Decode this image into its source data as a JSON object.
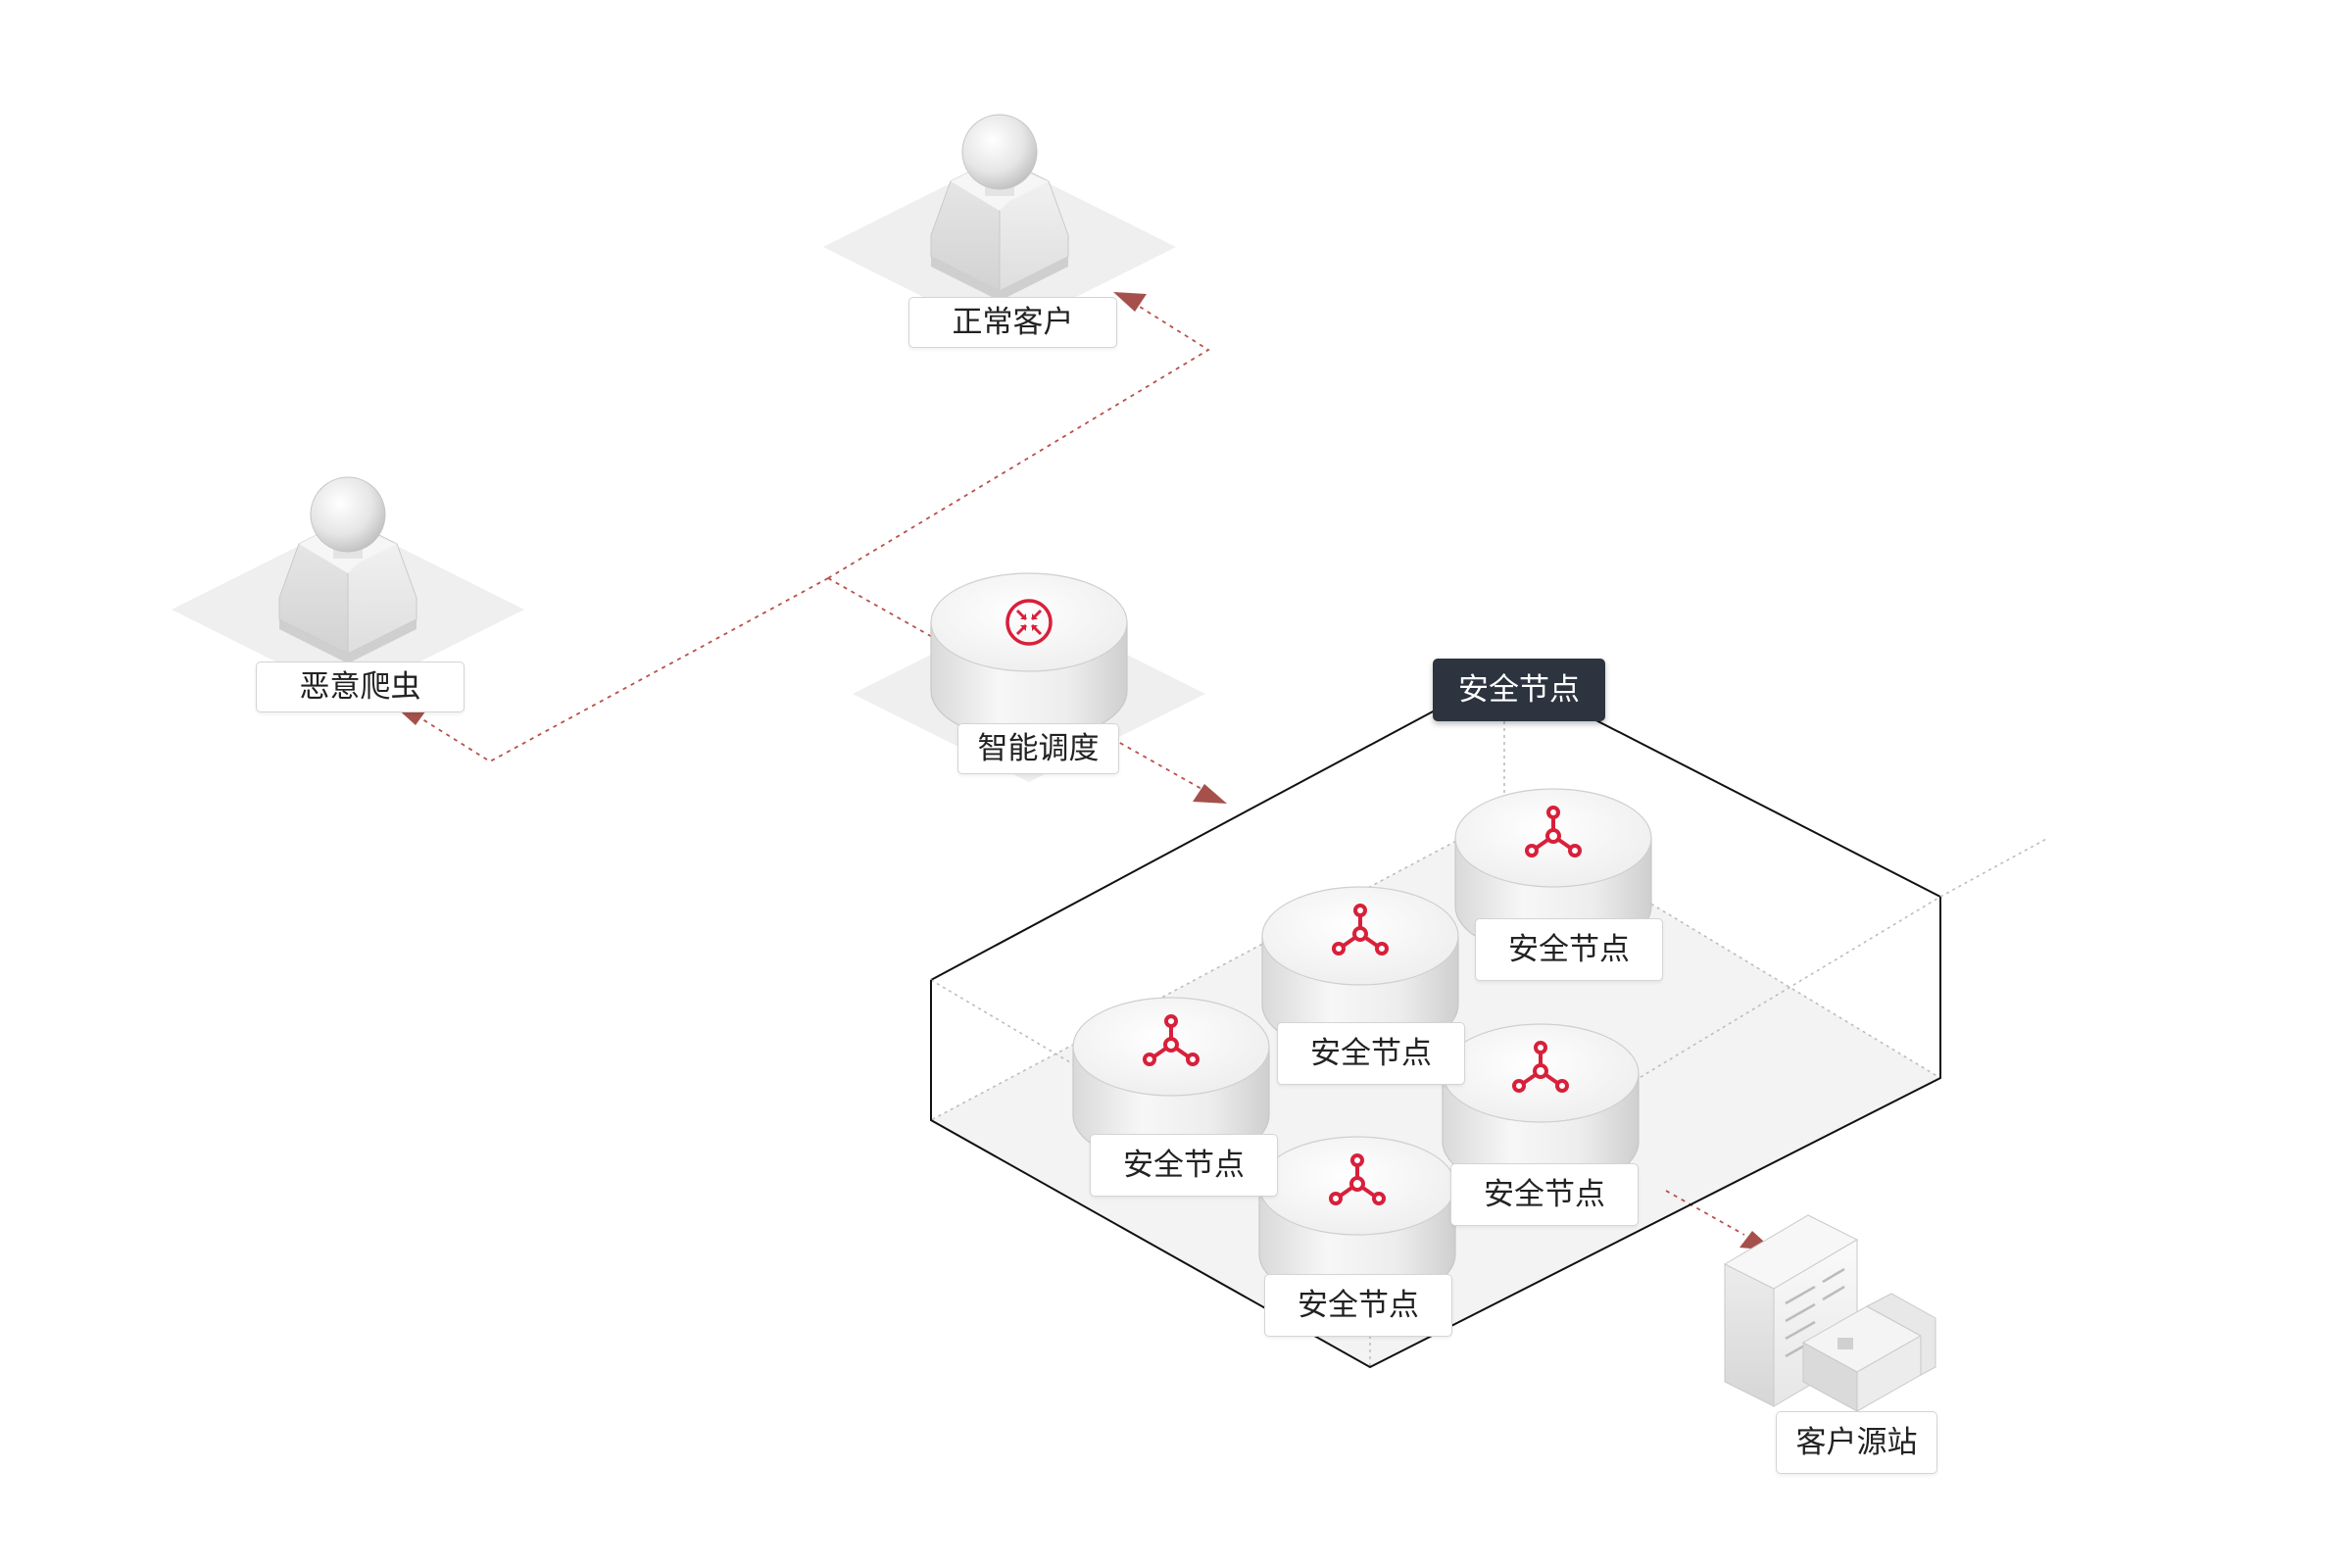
{
  "labels": {
    "normal_client": "正常客户",
    "malicious_crawler": "恶意爬虫",
    "smart_scheduler": "智能调度",
    "security_node_group": "安全节点",
    "security_node": "安全节点",
    "origin_site": "客户源站"
  },
  "icons": {
    "client": "person-icon",
    "crawler": "person-icon",
    "scheduler": "dispatch-icon",
    "node": "node-hub-icon",
    "origin": "server-building-icon"
  },
  "colors": {
    "accent": "#d8203a",
    "arrow": "#a5504a",
    "dashed": "#b9504a",
    "group_tag_bg": "#2d3440"
  }
}
